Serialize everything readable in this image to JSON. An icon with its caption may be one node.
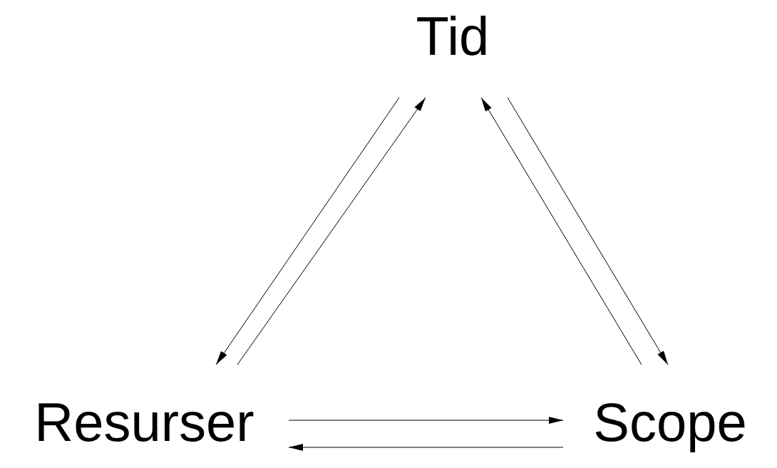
{
  "diagram": {
    "nodes": [
      {
        "text": [
          "Tid"
        ]
      },
      {
        "text": [
          "Resurser"
        ]
      },
      {
        "text": [
          "Scope"
        ]
      }
    ],
    "edges": [
      {
        "from": 0,
        "to": 1,
        "arrow": "to"
      },
      {
        "from": 1,
        "to": 0,
        "arrow": "to"
      },
      {
        "from": 2,
        "to": 0,
        "arrow": "to"
      },
      {
        "from": 0,
        "to": 2,
        "arrow": "to"
      },
      {
        "from": 1,
        "to": 2,
        "arrow": "to"
      },
      {
        "from": 2,
        "to": 1,
        "arrow": "to"
      }
    ]
  }
}
